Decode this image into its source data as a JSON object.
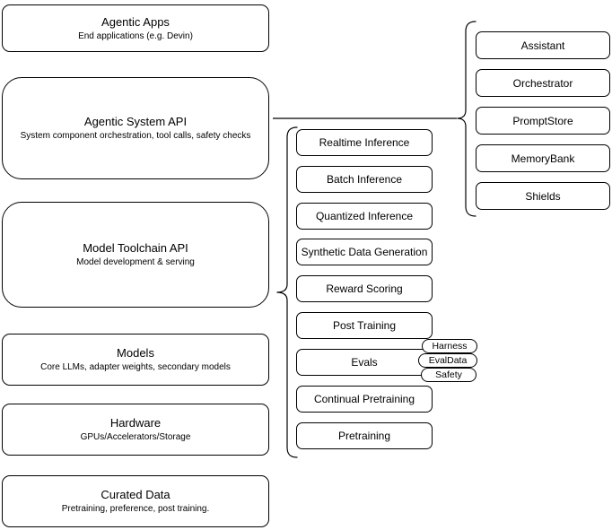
{
  "colors": {
    "stroke": "#000000",
    "node_fill": "#ffffff",
    "background": "#ffffff"
  },
  "stack": {
    "items": [
      {
        "title": "Agentic Apps",
        "subtitle": "End applications (e.g. Devin)"
      },
      {
        "title": "Agentic System API",
        "subtitle": "System component orchestration, tool calls, safety checks"
      },
      {
        "title": "Model Toolchain API",
        "subtitle": "Model development & serving"
      },
      {
        "title": "Models",
        "subtitle": "Core LLMs, adapter weights, secondary models"
      },
      {
        "title": "Hardware",
        "subtitle": "GPUs/Accelerators/Storage"
      },
      {
        "title": "Curated Data",
        "subtitle": "Pretraining, preference, post training."
      }
    ]
  },
  "toolchain_components": {
    "items": [
      {
        "label": "Realtime Inference"
      },
      {
        "label": "Batch Inference"
      },
      {
        "label": "Quantized Inference"
      },
      {
        "label": "Synthetic Data Generation"
      },
      {
        "label": "Reward Scoring"
      },
      {
        "label": "Post Training"
      },
      {
        "label": "Evals"
      },
      {
        "label": "Continual Pretraining"
      },
      {
        "label": "Pretraining"
      }
    ]
  },
  "system_components": {
    "items": [
      {
        "label": "Assistant"
      },
      {
        "label": "Orchestrator"
      },
      {
        "label": "PromptStore"
      },
      {
        "label": "MemoryBank"
      },
      {
        "label": "Shields"
      }
    ]
  },
  "eval_tags": {
    "items": [
      {
        "label": "Harness"
      },
      {
        "label": "EvalData"
      },
      {
        "label": "Safety"
      }
    ]
  }
}
